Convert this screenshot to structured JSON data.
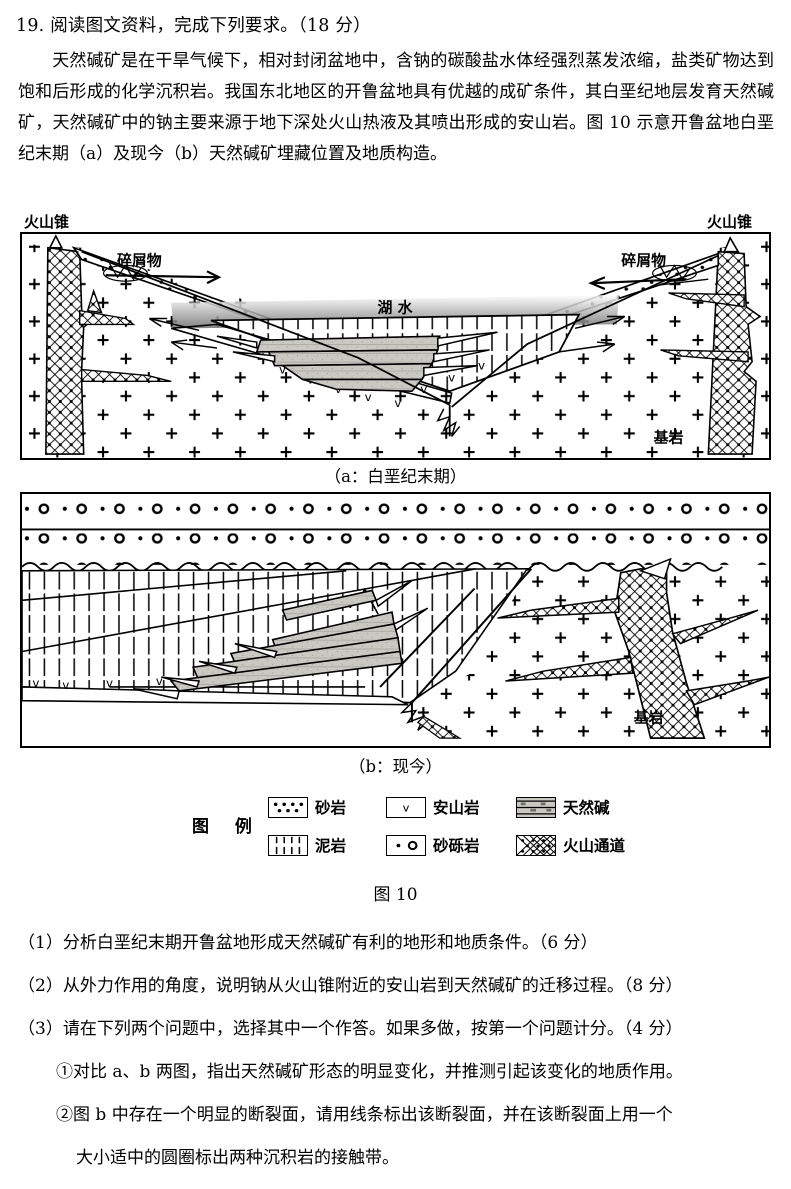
{
  "question": {
    "number_line": "19. 阅读图文资料，完成下列要求。（18 分）",
    "passage": "天然碱矿是在干旱气候下，相对封闭盆地中，含钠的碳酸盐水体经强烈蒸发浓缩，盐类矿物达到饱和后形成的化学沉积岩。我国东北地区的开鲁盆地具有优越的成矿条件，其白垩纪地层发育天然碱矿，天然碱矿中的钠主要来源于地下深处火山热液及其喷出形成的安山岩。图 10 示意开鲁盆地白垩纪末期（a）及现今（b）天然碱矿埋藏位置及地质构造。",
    "sub_questions": [
      "（1）分析白垩纪末期开鲁盆地形成天然碱矿有利的地形和地质条件。（6 分）",
      "（2）从外力作用的角度，说明钠从火山锥附近的安山岩到天然碱矿的迁移过程。（8 分）",
      "（3）请在下列两个问题中，选择其中一个作答。如果多做，按第一个问题计分。（4 分）",
      "①对比 a、b 两图，指出天然碱矿形态的明显变化，并推测引起该变化的地质作用。",
      "②图 b 中存在一个明显的断裂面，请用线条标出该断裂面，并在该断裂面上用一个",
      "大小适中的圆圈标出两种沉积岩的接触带。"
    ]
  },
  "figure": {
    "number_caption": "图 10",
    "panel_a": {
      "caption": "（a：白垩纪末期）",
      "labels": {
        "volcano_left": "火山锥",
        "volcano_right": "火山锥",
        "debris_left": "碎屑物",
        "debris_right": "碎屑物",
        "lake": "湖  水",
        "bedrock": "基岩"
      }
    },
    "panel_b": {
      "caption": "（b：现今）",
      "labels": {
        "bedrock": "基岩"
      }
    },
    "legend": {
      "title": "图  例",
      "items": [
        {
          "key": "sandstone",
          "label": "砂岩",
          "pattern": "dots-grid"
        },
        {
          "key": "andesite",
          "label": "安山岩",
          "pattern": "v-mark"
        },
        {
          "key": "natural-alkali",
          "label": "天然碱",
          "pattern": "banded-gray"
        },
        {
          "key": "mudstone",
          "label": "泥岩",
          "pattern": "vertical-dash"
        },
        {
          "key": "gravelly-sand",
          "label": "砂砾岩",
          "pattern": "dot-circle"
        },
        {
          "key": "volcanic-conduit",
          "label": "火山通道",
          "pattern": "cross-hatch-dots"
        }
      ]
    }
  },
  "colors": {
    "ink": "#000000",
    "paper": "#ffffff",
    "alkali_fill": "#c9c8c3",
    "lake_fill": "#9a9a9a"
  }
}
